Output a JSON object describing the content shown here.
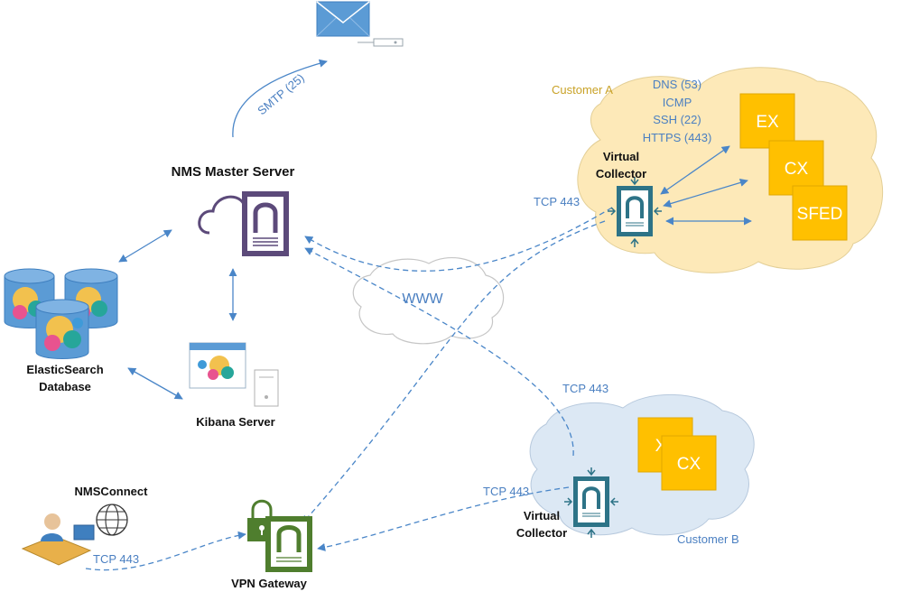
{
  "nodes": {
    "nms_master": "NMS Master Server",
    "elastic_line1": "ElasticSearch",
    "elastic_line2": "Database",
    "kibana": "Kibana Server",
    "nmsconnect": "NMSConnect",
    "vpn": "VPN Gateway",
    "vc_a_line1": "Virtual",
    "vc_a_line2": "Collector",
    "vc_b_line1": "Virtual",
    "vc_b_line2": "Collector"
  },
  "clouds": {
    "customer_a": "Customer A",
    "customer_b": "Customer B",
    "www": "WWW"
  },
  "protocols": {
    "smtp": "SMTP (25)",
    "dns": "DNS (53)",
    "icmp": "ICMP",
    "ssh": "SSH (22)",
    "https": "HTTPS (443)",
    "tcp_a": "TCP 443",
    "tcp_b_top": "TCP 443",
    "tcp_b_left": "TCP 443",
    "tcp_nmsconnect": "TCP 443"
  },
  "devices": {
    "a": [
      "EX",
      "CX",
      "SFED"
    ],
    "b_back": "X",
    "b_front": "CX"
  },
  "colors": {
    "arrow": "#4a86c8",
    "device_box": "#ffc000",
    "cloud_a": "#fde9b8",
    "cloud_b": "#dce8f4",
    "server_purple": "#5c4a7a",
    "collector_teal": "#2d7387",
    "vpn_green": "#4f7e2e"
  },
  "icons": [
    "envelope-icon",
    "cloud-server-icon",
    "database-icon",
    "kibana-icon",
    "globe-icon",
    "operator-icon",
    "lock-icon",
    "collector-icon"
  ]
}
